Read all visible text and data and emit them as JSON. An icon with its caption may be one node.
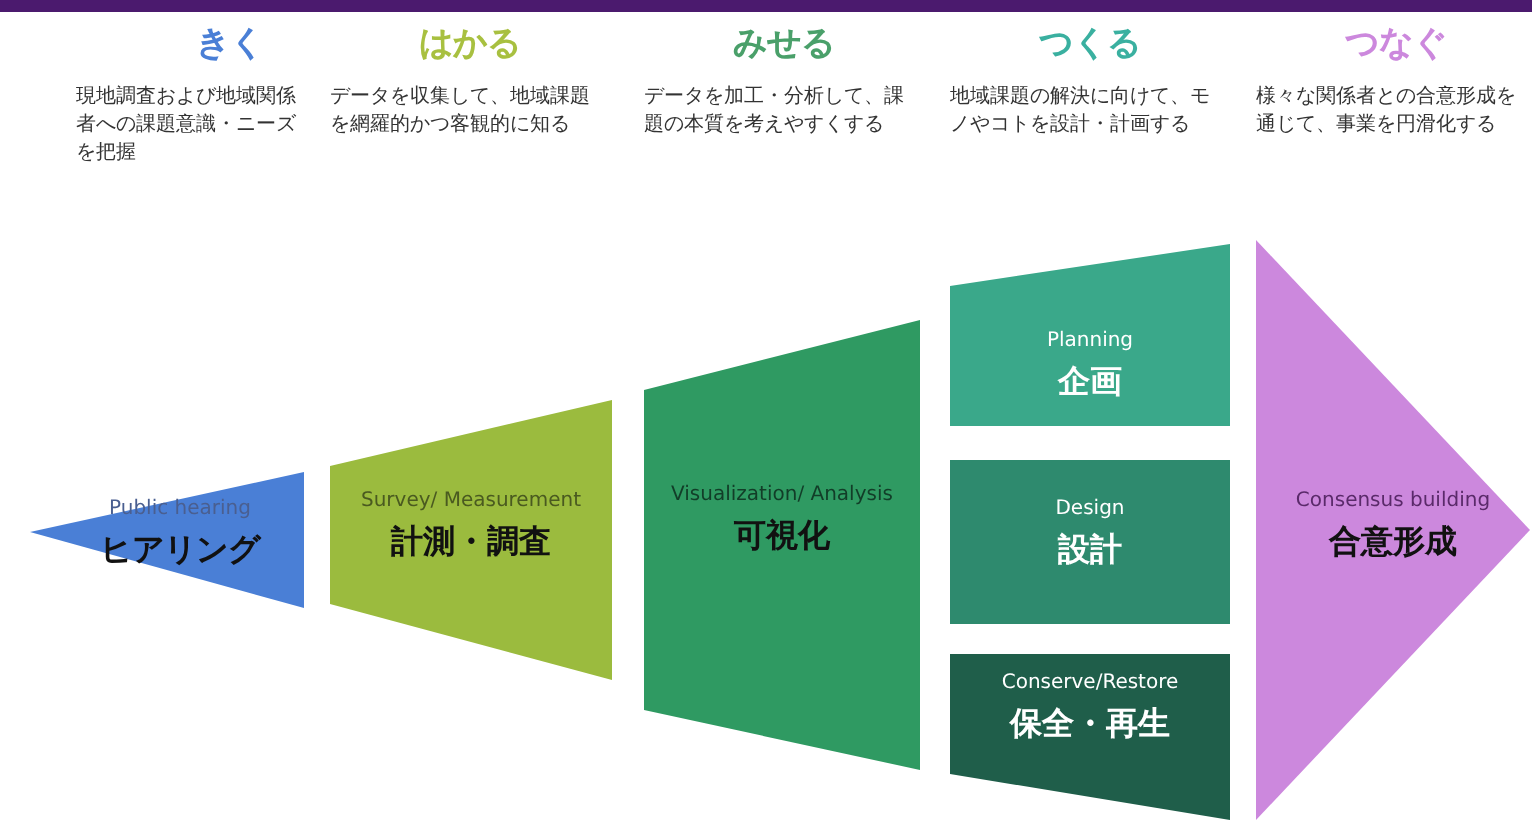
{
  "diagram": {
    "nodes": [
      {
        "text": [
          "Public hearing",
          "ヒアリング"
        ]
      },
      {
        "text": [
          "Survey/ Measurement",
          "計測・調査"
        ]
      },
      {
        "text": [
          "Visualization/ Analysis",
          "可視化"
        ]
      },
      {
        "text": [
          "Planning",
          "企画"
        ]
      },
      {
        "text": [
          "Design",
          "設計"
        ]
      },
      {
        "text": [
          "Conserve/Restore",
          "保全・再生"
        ]
      },
      {
        "text": [
          "Consensus building",
          "合意形成"
        ]
      }
    ],
    "edges": [],
    "labels": [
      "きく",
      "はかる",
      "みせる",
      "つくる",
      "つなぐ",
      "現地調査および地域関係者への課題意識・ニーズを把握",
      "データを収集して、地域課題を網羅的かつ客観的に知る",
      "データを加工・分析して、課題の本質を考えやすくする",
      "地域課題の解決に向けて、モノやコトを設計・計画する",
      "様々な関係者との合意形成を通じて、事業を円滑化する"
    ]
  }
}
